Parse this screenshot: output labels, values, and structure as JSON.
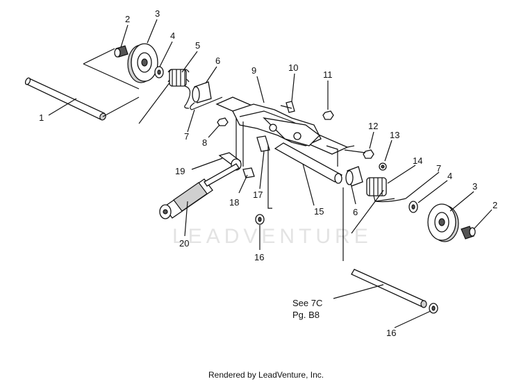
{
  "callouts": [
    {
      "id": "c2a",
      "text": "2"
    },
    {
      "id": "c3a",
      "text": "3"
    },
    {
      "id": "c4a",
      "text": "4"
    },
    {
      "id": "c5",
      "text": "5"
    },
    {
      "id": "c6a",
      "text": "6"
    },
    {
      "id": "c1",
      "text": "1"
    },
    {
      "id": "c7a",
      "text": "7"
    },
    {
      "id": "c8",
      "text": "8"
    },
    {
      "id": "c9",
      "text": "9"
    },
    {
      "id": "c10",
      "text": "10"
    },
    {
      "id": "c11",
      "text": "11"
    },
    {
      "id": "c12",
      "text": "12"
    },
    {
      "id": "c13",
      "text": "13"
    },
    {
      "id": "c14",
      "text": "14"
    },
    {
      "id": "c7b",
      "text": "7"
    },
    {
      "id": "c4b",
      "text": "4"
    },
    {
      "id": "c3b",
      "text": "3"
    },
    {
      "id": "c2b",
      "text": "2"
    },
    {
      "id": "c19",
      "text": "19"
    },
    {
      "id": "c17",
      "text": "17"
    },
    {
      "id": "c18",
      "text": "18"
    },
    {
      "id": "c15",
      "text": "15"
    },
    {
      "id": "c6b",
      "text": "6"
    },
    {
      "id": "c20",
      "text": "20"
    },
    {
      "id": "c16a",
      "text": "16"
    },
    {
      "id": "c16b",
      "text": "16"
    }
  ],
  "note": {
    "line1": "See 7C",
    "line2": "Pg. B8"
  },
  "watermark": "LEADVENTURE",
  "footer": "Rendered by LeadVenture, Inc."
}
